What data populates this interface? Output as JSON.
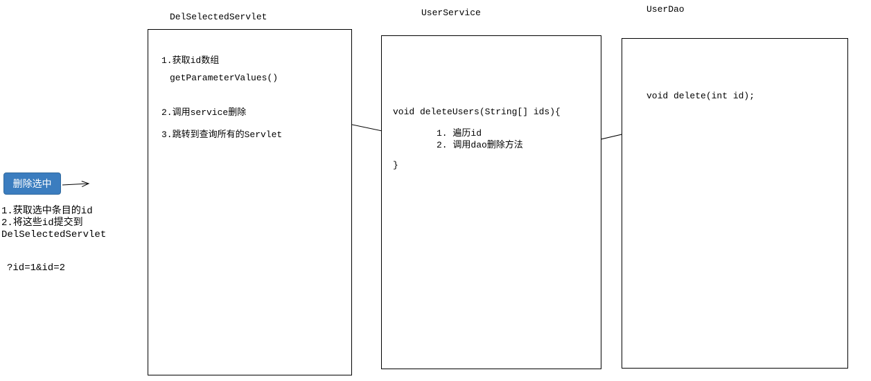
{
  "diagram": {
    "button": {
      "label": "删除选中",
      "bg_color": "#3b7dbf",
      "text_color": "#ffffff"
    },
    "notes": {
      "line1": "1.获取选中条目的id",
      "line2": "2.将这些id提交到",
      "line3": "DelSelectedServlet",
      "query_string": "?id=1&id=2"
    },
    "boxes": {
      "servlet": {
        "title": "DelSelectedServlet",
        "step1": "1.获取id数组",
        "step1_code": "getParameterValues()",
        "step2": "2.调用service删除",
        "step3": "3.跳转到查询所有的Servlet"
      },
      "service": {
        "title": "UserService",
        "signature": "void deleteUsers(String[] ids){",
        "step1": "1. 遍历id",
        "step2": "2. 调用dao删除方法",
        "closing_brace": "}"
      },
      "dao": {
        "title": "UserDao",
        "method": "void delete(int id);"
      }
    },
    "colors": {
      "line": "#000000",
      "background": "#ffffff"
    }
  }
}
